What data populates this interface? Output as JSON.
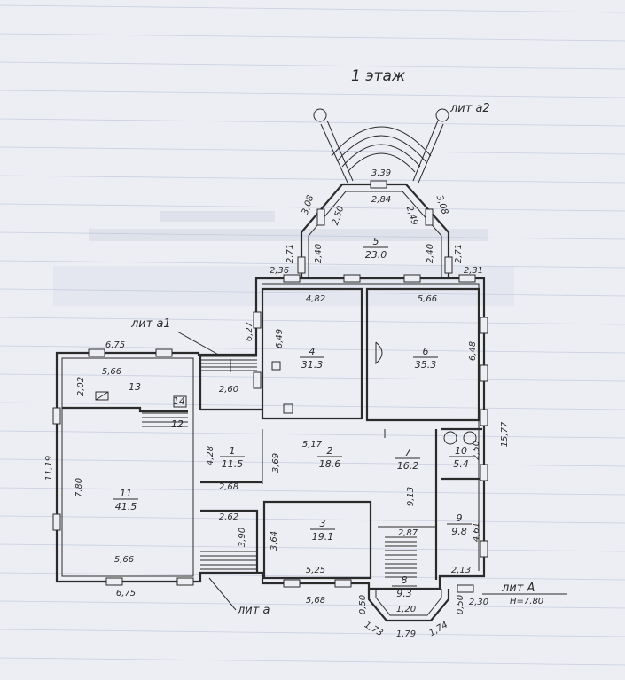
{
  "heading": "1 этаж",
  "liters": {
    "a2": "лит а2",
    "a1": "лит а1",
    "a": "лит а",
    "A": "лит А",
    "height": "Н=7.80"
  },
  "rooms": [
    {
      "no": "1",
      "area": "11.5"
    },
    {
      "no": "2",
      "area": "18.6"
    },
    {
      "no": "3",
      "area": "19.1"
    },
    {
      "no": "4",
      "area": "31.3"
    },
    {
      "no": "5",
      "area": "23.0"
    },
    {
      "no": "6",
      "area": "35.3"
    },
    {
      "no": "7",
      "area": "16.2"
    },
    {
      "no": "8",
      "area": "9.3"
    },
    {
      "no": "9",
      "area": "9.8"
    },
    {
      "no": "10",
      "area": "5.4"
    },
    {
      "no": "11",
      "area": "41.5"
    },
    {
      "no": "12",
      "area": ""
    },
    {
      "no": "13",
      "area": ""
    },
    {
      "no": "14",
      "area": ""
    }
  ],
  "dimensions": {
    "d339": "3,39",
    "d284": "2,84",
    "d308a": "3,08",
    "d308b": "3,08",
    "d250": "2,50",
    "d249": "2,49",
    "d271a": "2,71",
    "d240a": "2,40",
    "d240b": "2,40",
    "d271b": "2,71",
    "d236": "2,36",
    "d231": "2,31",
    "d482": "4,82",
    "d566top": "5,66",
    "d627": "6,27",
    "d649": "6,49",
    "d648": "6,48",
    "d675top": "6,75",
    "d566r13": "5,66",
    "d202": "2,02",
    "d260": "2,60",
    "d517": "5,17",
    "d428": "4,28",
    "d369": "3,69",
    "d250b": "2,50",
    "d1577": "15,77",
    "d1119": "11,19",
    "d780": "7,80",
    "d268": "2,68",
    "d262": "2,62",
    "d390": "3,90",
    "d364": "3,64",
    "d913": "9,13",
    "d287": "2,87",
    "d461": "4,61",
    "d566bot": "5,66",
    "d675bot": "6,75",
    "d525": "5,25",
    "d568": "5,68",
    "d213": "2,13",
    "d230": "2,30",
    "d050a": "0,50",
    "d120": "1,20",
    "d050b": "0,50",
    "d173": "1,73",
    "d179": "1,79",
    "d174": "1,74"
  }
}
